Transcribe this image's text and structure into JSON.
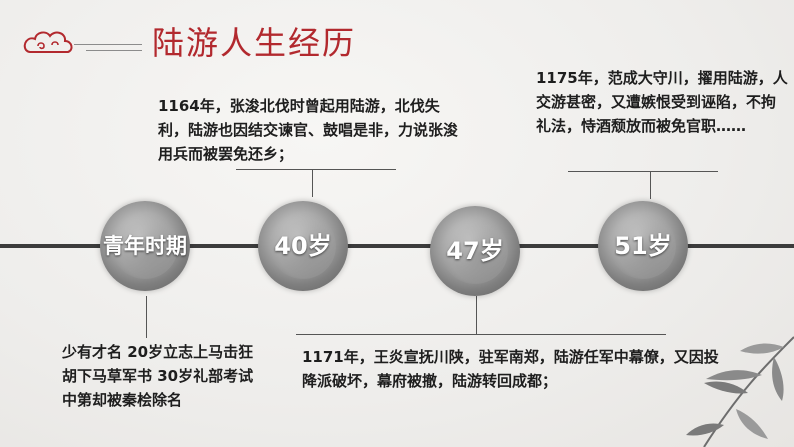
{
  "title": "陆游人生经历",
  "nodes": [
    {
      "label": "青年时期"
    },
    {
      "label": "40岁"
    },
    {
      "label": "47岁"
    },
    {
      "label": "51岁"
    }
  ],
  "events": {
    "youth": "少有才名 20岁立志上马击狂胡下马草军书 30岁礼部考试中第却被秦桧除名",
    "age40": "1164年，张浚北伐时曾起用陆游，北伐失利，陆游也因结交谏官、鼓唱是非，力说张浚用兵而被罢免还乡；",
    "age47": "1171年，王炎宣抚川陕，驻军南郑，陆游任军中幕僚，又因投降派破坏，幕府被撤，陆游转回成都；",
    "age51": "1175年，范成大守川，擢用陆游，人交游甚密，又遭嫉恨受到诬陷，不拘礼法，恃酒颓放而被免官职……"
  }
}
